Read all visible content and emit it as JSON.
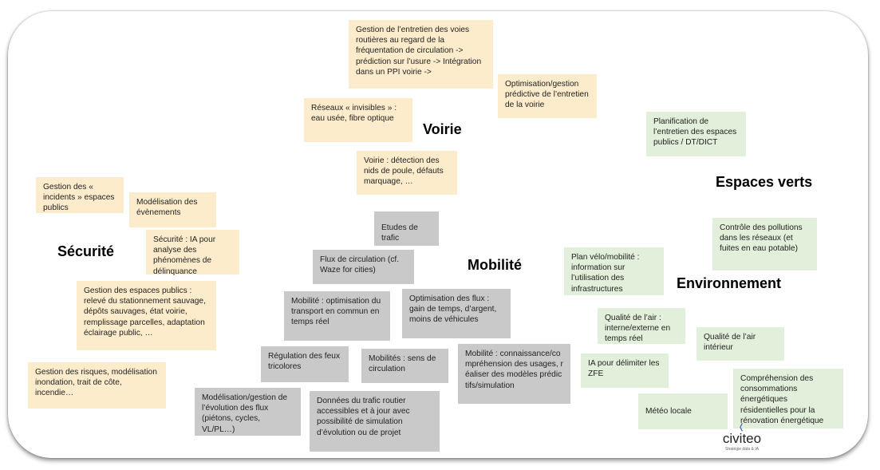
{
  "headings": {
    "voirie": "Voirie",
    "securite": "Sécurité",
    "mobilite": "Mobilité",
    "espaces_verts": "Espaces verts",
    "environnement": "Environnement"
  },
  "notes": {
    "voirie": [
      "Gestion de l’entretien des voies routières au regard de la fréquentation de circulation -> prédiction sur l’usure -> Intégration dans un PPI voirie ->",
      "Optimisation/gestion prédictive de l’entretien de la voirie",
      "Réseaux « invisibles » : eau usée, fibre optique",
      "Voirie : détection des nids de poule, défauts marquage, …"
    ],
    "securite": [
      "Gestion des « incidents » espaces publics",
      "Modélisation des évènements",
      "Sécurité : IA pour analyse des phénomènes de délinquance",
      "Gestion des espaces publics : relevé du stationnement sauvage, dépôts sauvages, état voirie, remplissage parcelles, adaptation éclairage public, …",
      "Gestion des risques, modélisation inondation, trait de côte, incendie…"
    ],
    "mobilite": [
      "Etudes de trafic",
      "Flux de circulation (cf. Waze for cities)",
      "Mobilité : optimisation du transport en commun en temps réel",
      "Optimisation des flux : gain de temps, d’argent, moins de véhicules",
      "Régulation des feux tricolores",
      "Mobilités : sens de circulation",
      "Mobilité : connaissance/compréhension des usages, réaliser des modèles prédictifs/simulation",
      "Modélisation/gestion de l’évolution des flux (piétons, cycles, VL/PL…)",
      "Données du trafic routier accessibles et à jour avec possibilité de simulation d’évolution ou de projet"
    ],
    "environnement": [
      "Planification de l’entretien des espaces publics / DT/DICT",
      "Contrôle des pollutions dans les réseaux (et fuites en eau potable)",
      "Plan vélo/mobilité : information sur l’utilisation des infrastructures",
      "Qualité de l’air : interne/externe en temps réel",
      "Qualité de l’air intérieur",
      "IA pour délimiter les ZFE",
      "Météo locale",
      "Compréhension des consommations énergétiques résidentielles pour la rénovation énergétique"
    ]
  },
  "logo": {
    "name": "civiteo",
    "tagline": "Stratégie data & IA"
  },
  "colors": {
    "yellow": "#fdeccb",
    "gray": "#c9c9c9",
    "green": "#e2efda"
  }
}
